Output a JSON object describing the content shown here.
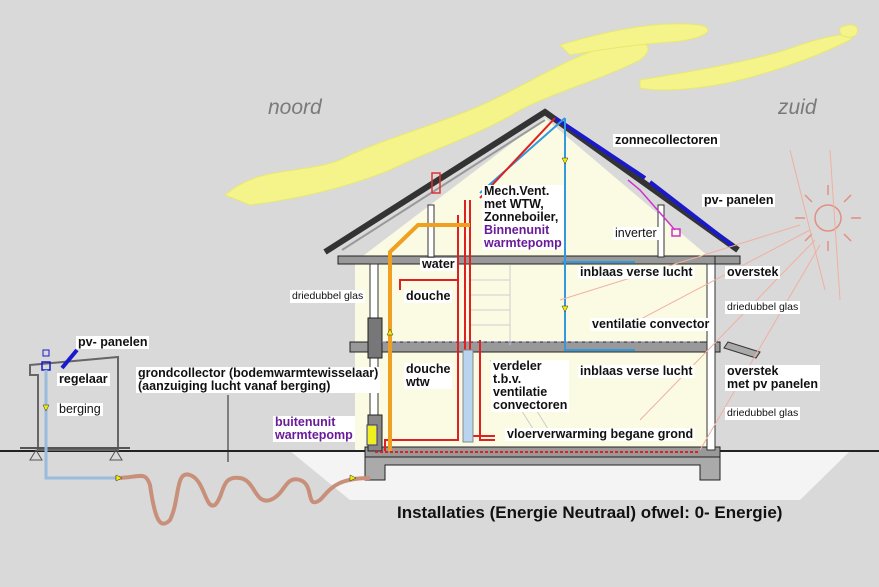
{
  "orientation": {
    "north": "noord",
    "south": "zuid"
  },
  "title": "Installaties (Energie Neutraal) ofwel: 0- Energie)",
  "labels": {
    "zonnecollectoren": "zonnecollectoren",
    "pv_roof": "pv- panelen",
    "mech_vent_lines": [
      "Mech.Vent.",
      "met WTW,",
      "Zonneboiler,"
    ],
    "binnenunit_lines": [
      "Binnenunit",
      "warmtepomp"
    ],
    "inverter": "inverter",
    "water": "water",
    "douche_upper": "douche",
    "inblaas_upper": "inblaas verse lucht",
    "overstek_upper": "overstek",
    "driedubbel_left": "driedubbel glas",
    "driedubbel_right_upper": "driedubbel glas",
    "ventilatie_convector": "ventilatie convector",
    "douche_wtw_lines": [
      "douche",
      "wtw"
    ],
    "verdeler_lines": [
      "verdeler",
      "t.b.v.",
      "ventilatie",
      "convectoren"
    ],
    "inblaas_lower": "inblaas verse lucht",
    "overstek_lower_lines": [
      "overstek",
      "met pv panelen"
    ],
    "driedubbel_right_lower": "driedubbel glas",
    "vloerverwarming": "vloerverwarming begane grond",
    "buitenunit_lines": [
      "buitenunit",
      "warmtepomp"
    ],
    "grondcollector_lines": [
      "grondcollector  (bodemwarmtewisselaar)",
      "(aanzuiging lucht vanaf berging)"
    ],
    "pv_shed": "pv- panelen",
    "regelaar": "regelaar",
    "berging": "berging"
  },
  "colors": {
    "background": "#d9d9d9",
    "cloud": "#f4f48a",
    "interior": "#fbfbe3",
    "heat_pump_pipe": "#f0a020",
    "hot_water": "#e02020",
    "fresh_air": "#3399dd",
    "solar": "#1a1acc",
    "electric": "#cc33cc",
    "ground_pipe": "#c8907a",
    "label_purple": "#6a1b9a"
  }
}
